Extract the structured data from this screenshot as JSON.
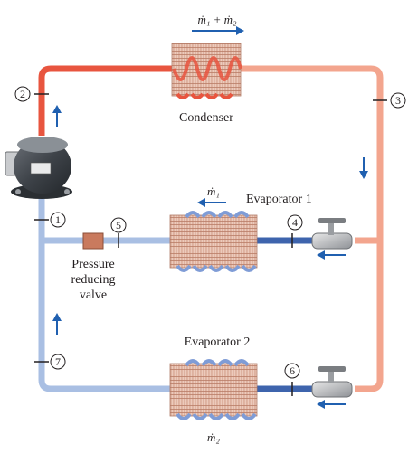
{
  "labels": {
    "condenser": "Condenser",
    "evaporator1": "Evaporator 1",
    "evaporator2": "Evaporator 2",
    "prv_line1": "Pressure",
    "prv_line2": "reducing",
    "prv_line3": "valve"
  },
  "flows": {
    "total": "ṁ₁ + ṁ₂",
    "evap1": "ṁ₁",
    "evap2": "ṁ₂"
  },
  "states": [
    "1",
    "2",
    "3",
    "4",
    "5",
    "6",
    "7"
  ],
  "colors": {
    "hot_pipe": "#e8553f",
    "warm_pipe": "#f3a58e",
    "cold_pipe": "#a9bfe3",
    "cold_dark_pipe": "#3e64ad",
    "arrow": "#2060b0",
    "coil_copper": "#c97a5e"
  }
}
